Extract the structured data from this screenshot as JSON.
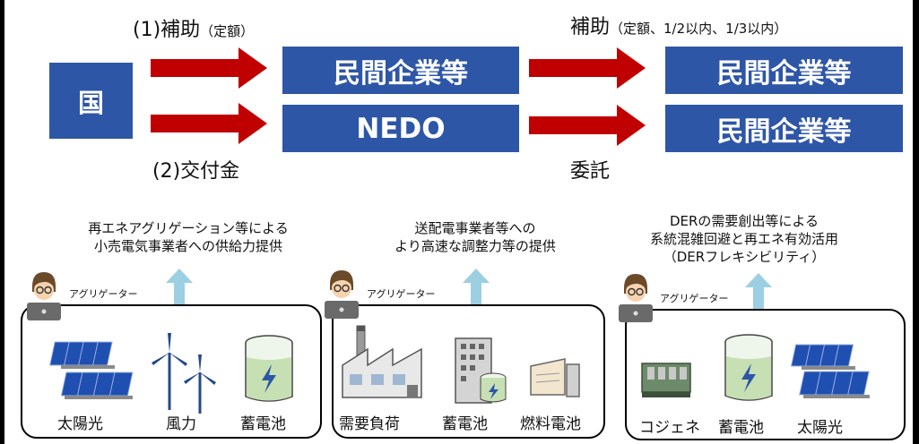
{
  "top": {
    "country": "国",
    "subsidy1_main": "(1)補助",
    "subsidy1_note": "（定額）",
    "grant2": "(2)交付金",
    "private1": "民間企業等",
    "nedo": "NEDO",
    "subsidy_right_main": "補助",
    "subsidy_right_note": "（定額、1/2以内、1/3以内）",
    "private2": "民間企業等",
    "private3": "民間企業等",
    "consign": "委託"
  },
  "panels": [
    {
      "caption_lines": [
        "再エネアグリゲーション等による",
        "小売電気事業者への供給力提供"
      ],
      "aggregator": "アグリゲーター",
      "devices": [
        "太陽光",
        "風力",
        "蓄電池"
      ]
    },
    {
      "caption_lines": [
        "送配電事業者等への",
        "より高速な調整力等の提供"
      ],
      "aggregator": "アグリゲーター",
      "devices": [
        "需要負荷",
        "蓄電池",
        "燃料電池"
      ]
    },
    {
      "caption_lines": [
        "DERの需要創出等による",
        "系統混雑回避と再エネ有効活用",
        "（DERフレキシビリティ）"
      ],
      "aggregator": "アグリゲーター",
      "devices": [
        "コジェネ",
        "蓄電池",
        "太陽光"
      ]
    }
  ],
  "colors": {
    "box_blue": "#2e56a7",
    "arrow_red": "#c00000",
    "up_arrow": "#9ccfe2",
    "battery_green": "#c6e0b4"
  },
  "icons": [
    "solar-panel-icon",
    "wind-turbine-icon",
    "battery-icon",
    "factory-icon",
    "building-icon",
    "fuel-cell-icon",
    "cogeneration-icon",
    "person-laptop-icon",
    "up-arrow-icon"
  ]
}
